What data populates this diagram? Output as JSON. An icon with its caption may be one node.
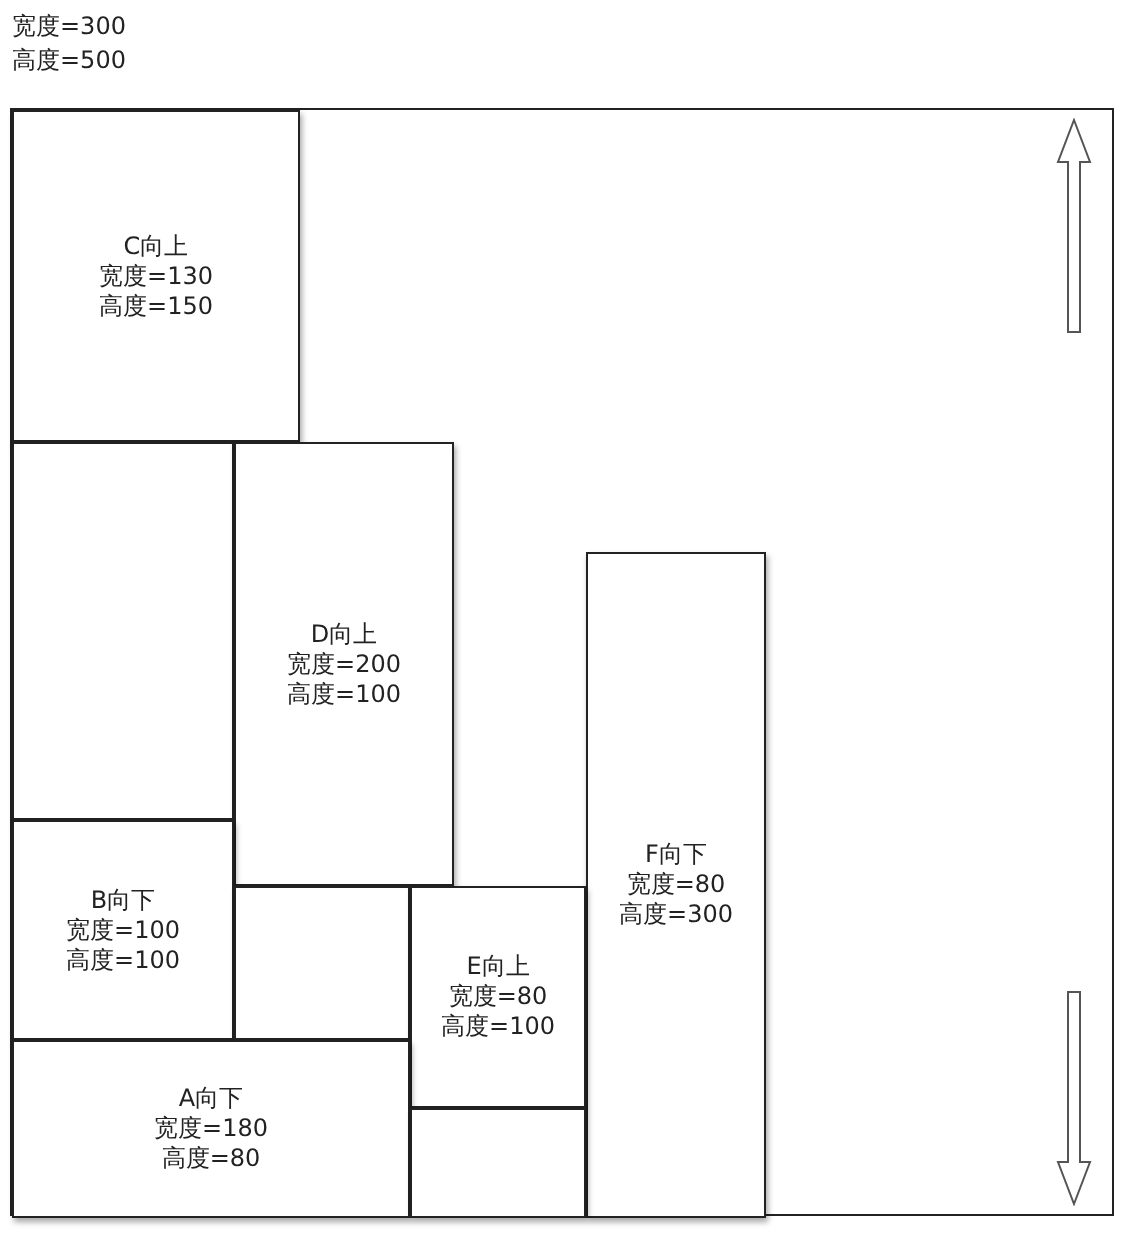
{
  "diagram": {
    "nodes": [
      {
        "text": [
          "宽度=300",
          "高度=500"
        ]
      },
      {
        "text": [
          "C向上",
          "宽度=130",
          "高度=150"
        ],
        "in": 0
      },
      {
        "text": [],
        "shape": "box",
        "in": 0
      },
      {
        "text": [
          "D向上",
          "宽度=200",
          "高度=100"
        ],
        "in": 0
      },
      {
        "text": [
          "F向下",
          "宽度=80",
          "高度=300"
        ],
        "in": 0
      },
      {
        "text": [
          "B向下",
          "宽度=100",
          "高度=100"
        ],
        "in": 0
      },
      {
        "text": [],
        "shape": "box",
        "in": 0
      },
      {
        "text": [
          "E向上",
          "宽度=80",
          "高度=100"
        ],
        "in": 0
      },
      {
        "text": [
          "A向下",
          "宽度=180",
          "高度=80"
        ],
        "in": 0
      },
      {
        "text": [],
        "shape": "box",
        "in": 0
      }
    ]
  }
}
